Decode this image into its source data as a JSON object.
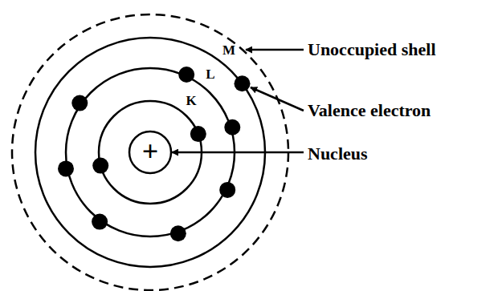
{
  "diagram": {
    "nodes": [
      {
        "text": [
          "M"
        ]
      },
      {
        "text": [
          "L"
        ],
        "in": 0
      },
      {
        "text": [
          "K"
        ],
        "in": 1
      },
      {
        "text": [
          "+"
        ],
        "in": 2
      }
    ],
    "labels": [
      "Unoccupied shell",
      "Valence electron",
      "Nucleus"
    ]
  }
}
